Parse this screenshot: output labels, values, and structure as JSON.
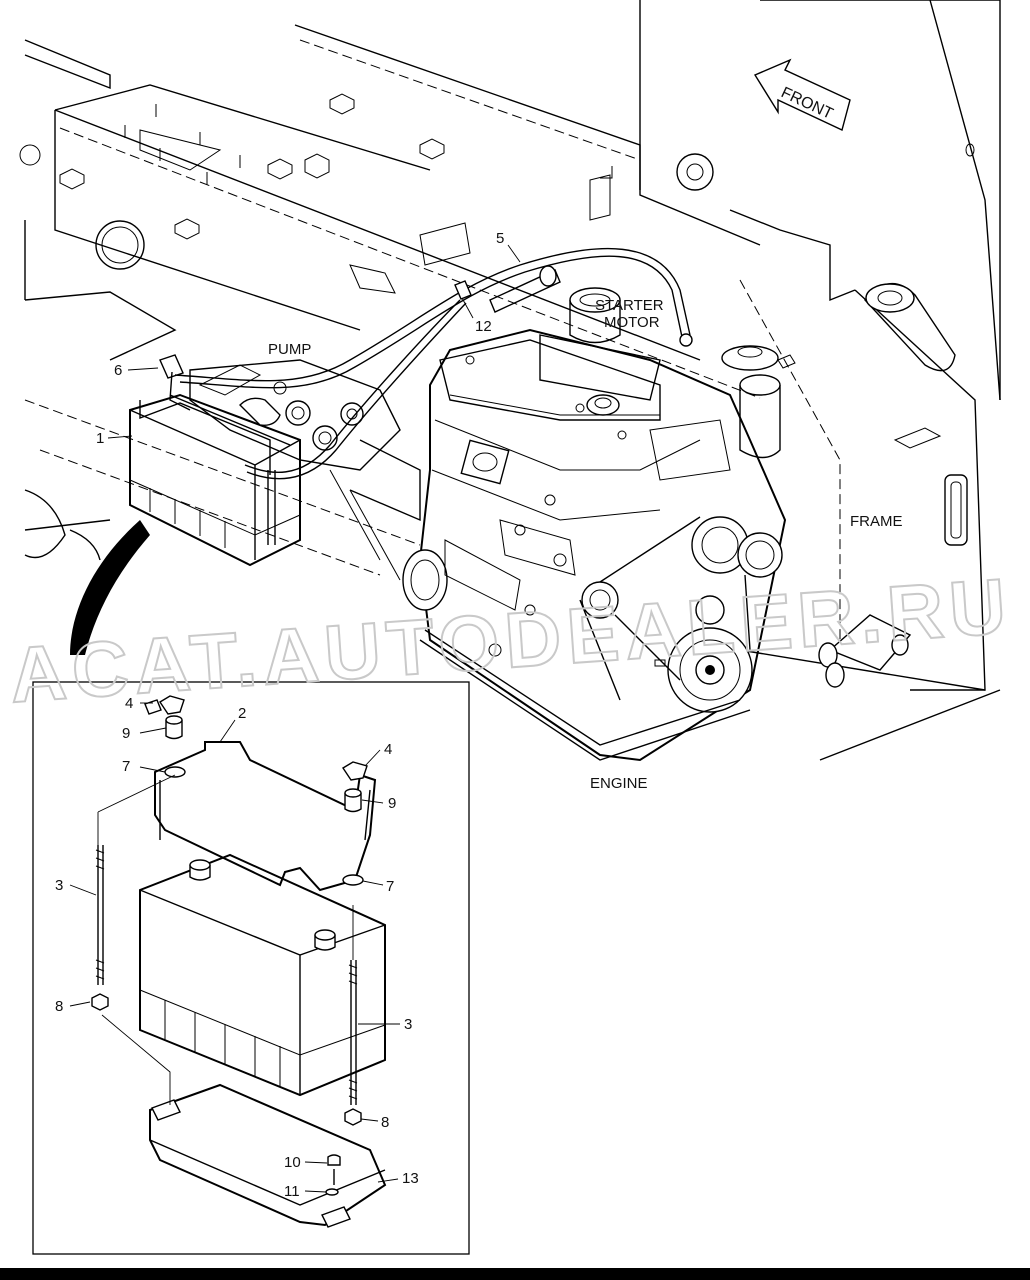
{
  "labels": {
    "front": "FRONT",
    "starter_motor_line1": "STARTER",
    "starter_motor_line2": "MOTOR",
    "pump": "PUMP",
    "frame": "FRAME",
    "engine": "ENGINE"
  },
  "callouts": {
    "c1": "1",
    "c5": "5",
    "c6": "6",
    "c12": "12",
    "c2": "2",
    "c3a": "3",
    "c3b": "3",
    "c4a": "4",
    "c4b": "4",
    "c7a": "7",
    "c7b": "7",
    "c8a": "8",
    "c8b": "8",
    "c9a": "9",
    "c9b": "9",
    "c10": "10",
    "c11": "11",
    "c13": "13"
  },
  "watermark": "ACAT.AUTODEALER.RU"
}
